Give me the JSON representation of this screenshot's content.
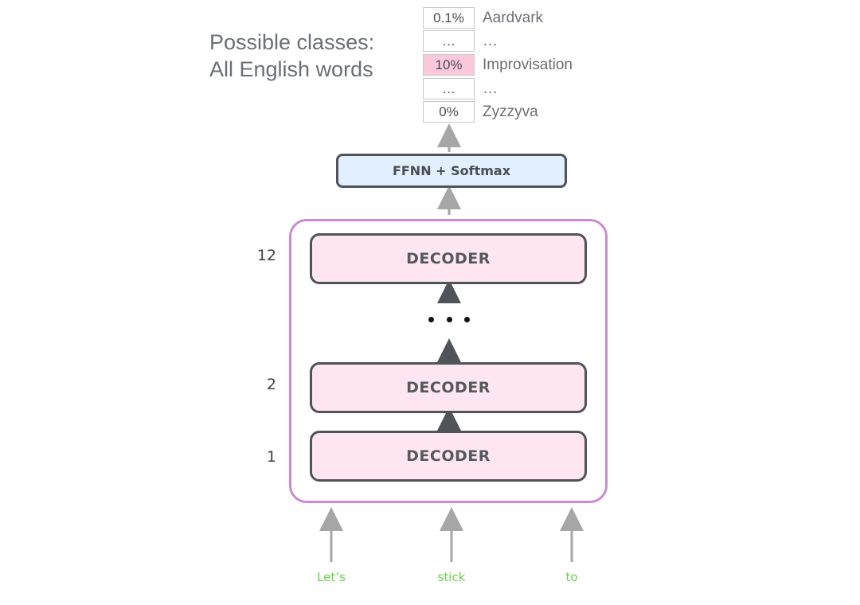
{
  "note": {
    "line1": "Possible classes:",
    "line2": "All English words"
  },
  "output_table": [
    {
      "value": "0.1%",
      "word": "Aardvark",
      "highlight": false
    },
    {
      "value": "…",
      "word": "…",
      "highlight": false
    },
    {
      "value": "10%",
      "word": "Improvisation",
      "highlight": true
    },
    {
      "value": "…",
      "word": "…",
      "highlight": false
    },
    {
      "value": "0%",
      "word": "Zyzzyva",
      "highlight": false
    }
  ],
  "ffnn_label": "FFNN + Softmax",
  "decoders": [
    {
      "label": "DECODER",
      "layer": "12"
    },
    {
      "label": "DECODER",
      "layer": "2"
    },
    {
      "label": "DECODER",
      "layer": "1"
    }
  ],
  "tokens": [
    "Let’s",
    "stick",
    "to"
  ],
  "colors": {
    "stack_border": "#c98bd4",
    "decoder_fill": "#fde6f0",
    "ffnn_fill": "#e2efff",
    "highlight_cell": "#fcc8dc",
    "token_text": "#66d24a",
    "arrow_gray": "#a6a6a6",
    "arrow_dark": "#505358"
  }
}
